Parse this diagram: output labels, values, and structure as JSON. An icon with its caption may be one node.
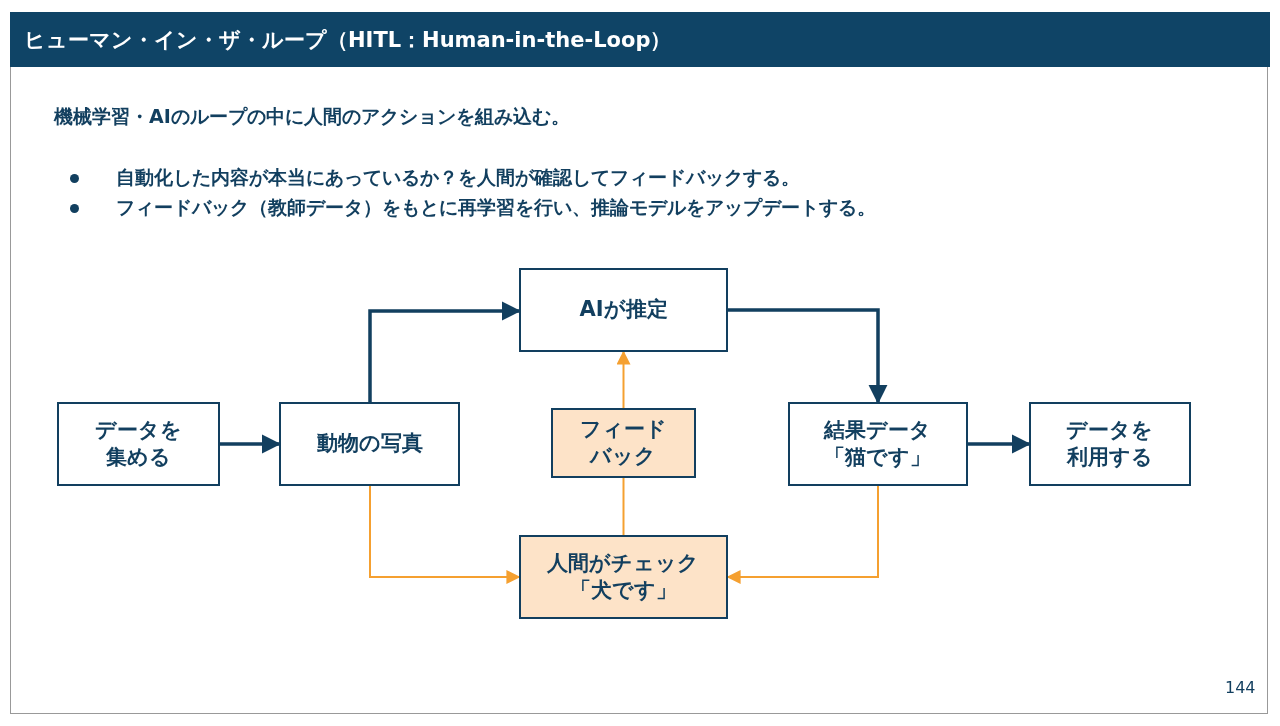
{
  "diagram": {
    "title": "ヒューマン・イン・ザ・ループ（HITL：Human-in-the-Loop）",
    "nodes": [
      {
        "text": [
          "データを集める"
        ]
      },
      {
        "text": [
          "動物の写真"
        ]
      },
      {
        "text": [
          "AIが推定"
        ]
      },
      {
        "text": [
          "フィードバック"
        ]
      },
      {
        "text": [
          "結果データ「猫です」"
        ]
      },
      {
        "text": [
          "データを利用する"
        ]
      },
      {
        "text": [
          "人間がチェック「犬です」"
        ]
      }
    ],
    "edges": [
      {
        "from": 0,
        "to": 1,
        "arrow": "to"
      },
      {
        "from": 1,
        "to": 2,
        "arrow": "to"
      },
      {
        "from": 2,
        "to": 4,
        "arrow": "to"
      },
      {
        "from": 4,
        "to": 5,
        "arrow": "to"
      },
      {
        "from": 1,
        "to": 6,
        "arrow": "to",
        "color": "#f5a030"
      },
      {
        "from": 4,
        "to": 6,
        "arrow": "to",
        "color": "#f5a030"
      },
      {
        "from": 6,
        "to": 3,
        "arrow": "none",
        "color": "#f5a030"
      },
      {
        "from": 3,
        "to": 2,
        "arrow": "to",
        "color": "#f5a030"
      }
    ],
    "labels": [
      "機械学習・AIのループの中に人間のアクションを組み込む。",
      "自動化した内容が本当にあっているか？を人間が確認してフィードバックする。",
      "フィードバック（教師データ）をもとに再学習を行い、推論モデルをアップデートする。",
      "144"
    ]
  }
}
